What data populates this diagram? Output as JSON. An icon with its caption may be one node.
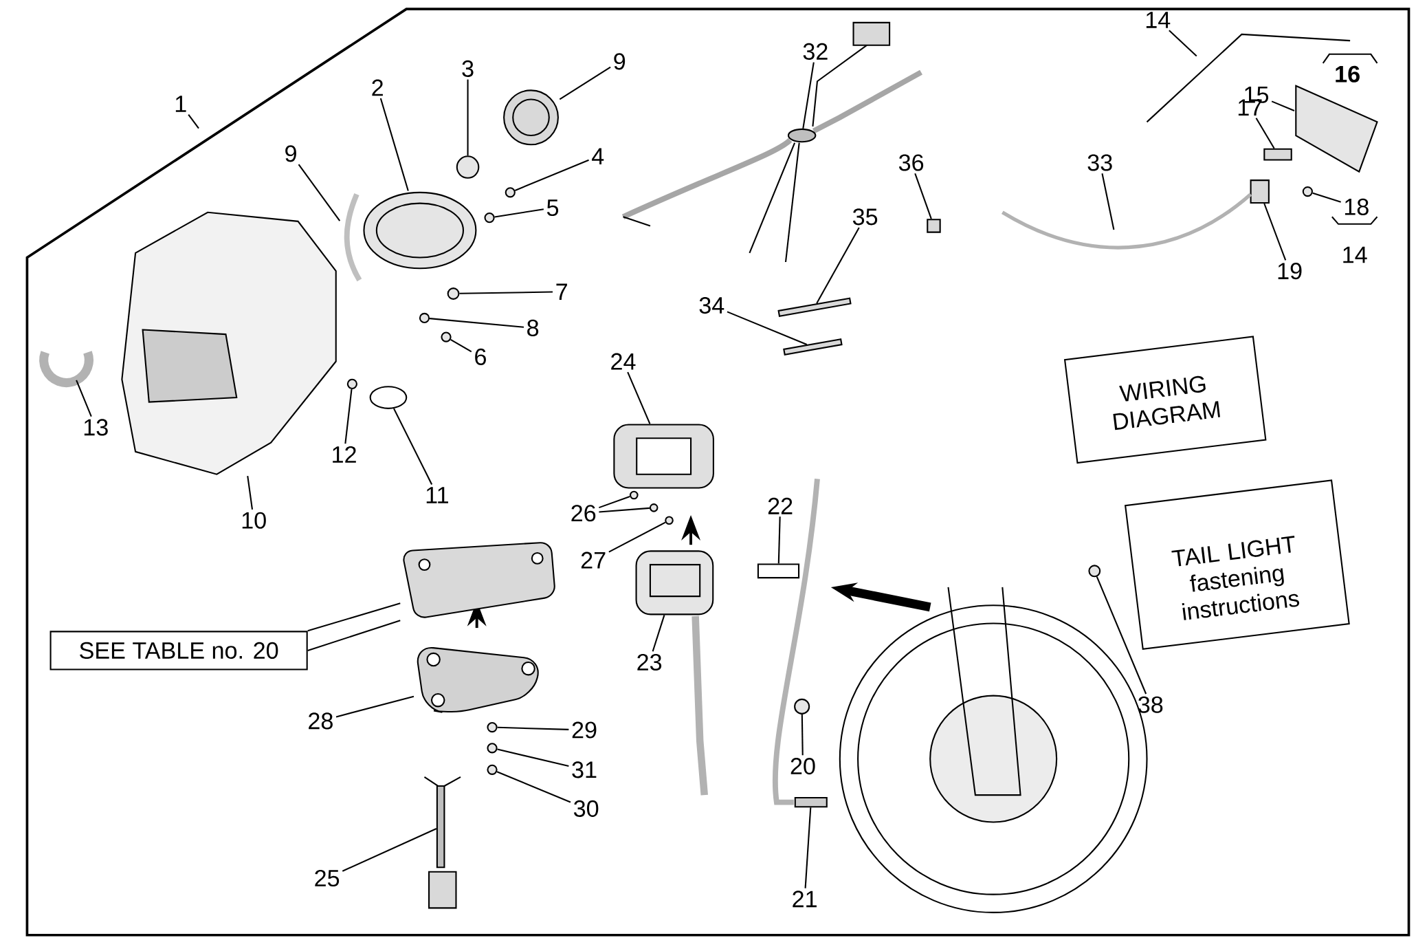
{
  "diagram": {
    "nodes": [
      {
        "text": [
          "1"
        ]
      },
      {
        "text": [
          "2"
        ]
      },
      {
        "text": [
          "3"
        ]
      },
      {
        "text": [
          "9"
        ]
      },
      {
        "text": [
          "32"
        ]
      },
      {
        "text": [
          "14"
        ]
      },
      {
        "text": [
          "15"
        ]
      },
      {
        "text": [
          "17"
        ]
      },
      {
        "text": [
          "9"
        ]
      },
      {
        "text": [
          "4"
        ]
      },
      {
        "text": [
          "36"
        ]
      },
      {
        "text": [
          "33"
        ]
      },
      {
        "text": [
          "5"
        ]
      },
      {
        "text": [
          "35"
        ]
      },
      {
        "text": [
          "18"
        ]
      },
      {
        "text": [
          "19"
        ]
      },
      {
        "text": [
          "7"
        ]
      },
      {
        "text": [
          "34"
        ]
      },
      {
        "text": [
          "8"
        ]
      },
      {
        "text": [
          "6"
        ]
      },
      {
        "text": [
          "24"
        ]
      },
      {
        "text": [
          "13"
        ]
      },
      {
        "text": [
          "12"
        ]
      },
      {
        "text": [
          "11"
        ]
      },
      {
        "text": [
          "22"
        ]
      },
      {
        "text": [
          "26"
        ]
      },
      {
        "text": [
          "10"
        ]
      },
      {
        "text": [
          "27"
        ]
      },
      {
        "text": [
          "SEE TABLE no. 20"
        ]
      },
      {
        "text": [
          "23"
        ]
      },
      {
        "text": [
          "38"
        ]
      },
      {
        "text": [
          "28"
        ]
      },
      {
        "text": [
          "29"
        ]
      },
      {
        "text": [
          "20"
        ]
      },
      {
        "text": [
          "31"
        ]
      },
      {
        "text": [
          "30"
        ]
      },
      {
        "text": [
          "25"
        ]
      },
      {
        "text": [
          "21"
        ]
      },
      {
        "text": [],
        "shape": "picture"
      },
      {
        "text": [],
        "shape": "circle"
      },
      {
        "text": [],
        "shape": "picture"
      },
      {
        "text": [],
        "shape": "ellipse"
      },
      {
        "text": [],
        "shape": "box"
      },
      {
        "text": [],
        "shape": "picture"
      },
      {
        "text": [],
        "shape": "circle"
      },
      {
        "text": [],
        "shape": "picture"
      },
      {
        "text": [],
        "shape": "circle"
      },
      {
        "text": [],
        "shape": "box"
      },
      {
        "text": [],
        "shape": "circle"
      },
      {
        "text": [],
        "shape": "box"
      },
      {
        "text": [],
        "shape": "picture"
      },
      {
        "text": [],
        "shape": "circle"
      },
      {
        "text": [],
        "shape": "box"
      },
      {
        "text": [],
        "shape": "circle"
      },
      {
        "text": [],
        "shape": "circle"
      },
      {
        "text": [],
        "shape": "box"
      },
      {
        "text": [],
        "shape": "picture"
      },
      {
        "text": [],
        "shape": "circle"
      },
      {
        "text": [],
        "shape": "ellipse"
      },
      {
        "text": [],
        "shape": "picture"
      },
      {
        "text": [],
        "shape": "picture"
      },
      {
        "text": [],
        "shape": "circle"
      },
      {
        "text": [],
        "shape": "circle"
      },
      {
        "text": [],
        "shape": "circle"
      },
      {
        "text": [],
        "shape": "box"
      },
      {
        "text": [],
        "shape": "picture"
      },
      {
        "text": [],
        "shape": "picture"
      },
      {
        "text": [],
        "shape": "circle"
      },
      {
        "text": [],
        "shape": "picture"
      },
      {
        "text": [],
        "shape": "circle"
      },
      {
        "text": [],
        "shape": "circle"
      },
      {
        "text": [],
        "shape": "circle"
      },
      {
        "text": [],
        "shape": "circle"
      },
      {
        "text": [],
        "shape": "picture"
      },
      {
        "text": [],
        "shape": "box"
      }
    ],
    "edges": [
      {
        "from": 0,
        "to": null,
        "arrow": "none"
      },
      {
        "from": 1,
        "to": 43,
        "arrow": "none"
      },
      {
        "from": 2,
        "to": 39,
        "arrow": "none"
      },
      {
        "from": 3,
        "to": 38,
        "arrow": "none"
      },
      {
        "from": 4,
        "to": 41,
        "arrow": "none"
      },
      {
        "from": 5,
        "to": null,
        "arrow": "none"
      },
      {
        "from": 6,
        "to": 40,
        "arrow": "none"
      },
      {
        "from": 7,
        "to": 42,
        "arrow": "none"
      },
      {
        "from": 8,
        "to": 45,
        "arrow": "none"
      },
      {
        "from": 9,
        "to": 44,
        "arrow": "none"
      },
      {
        "from": 10,
        "to": 49,
        "arrow": "none"
      },
      {
        "from": 11,
        "to": 50,
        "arrow": "none"
      },
      {
        "from": 12,
        "to": 48,
        "arrow": "none"
      },
      {
        "from": 13,
        "to": 52,
        "arrow": "none"
      },
      {
        "from": 14,
        "to": 46,
        "arrow": "none"
      },
      {
        "from": 15,
        "to": 47,
        "arrow": "none"
      },
      {
        "from": 16,
        "to": 51,
        "arrow": "none"
      },
      {
        "from": 17,
        "to": 55,
        "arrow": "none"
      },
      {
        "from": 18,
        "to": 53,
        "arrow": "none"
      },
      {
        "from": 19,
        "to": 54,
        "arrow": "none"
      },
      {
        "from": 20,
        "to": 60,
        "arrow": "none"
      },
      {
        "from": 21,
        "to": 56,
        "arrow": "none"
      },
      {
        "from": 22,
        "to": 57,
        "arrow": "none"
      },
      {
        "from": 23,
        "to": 58,
        "arrow": "none"
      },
      {
        "from": 24,
        "to": 64,
        "arrow": "none"
      },
      {
        "from": 25,
        "to": 61,
        "arrow": "none"
      },
      {
        "from": 25,
        "to": 62,
        "arrow": "none"
      },
      {
        "from": 26,
        "to": 59,
        "arrow": "none"
      },
      {
        "from": 27,
        "to": 63,
        "arrow": "none"
      },
      {
        "from": 28,
        "to": 65,
        "arrow": "none"
      },
      {
        "from": 28,
        "to": 65,
        "arrow": "none"
      },
      {
        "from": 29,
        "to": 66,
        "arrow": "none"
      },
      {
        "from": 30,
        "to": 67,
        "arrow": "none"
      },
      {
        "from": 31,
        "to": 68,
        "arrow": "none"
      },
      {
        "from": 32,
        "to": 70,
        "arrow": "none"
      },
      {
        "from": 33,
        "to": 69,
        "arrow": "none"
      },
      {
        "from": 34,
        "to": 71,
        "arrow": "none"
      },
      {
        "from": 35,
        "to": 72,
        "arrow": "none"
      },
      {
        "from": 36,
        "to": 73,
        "arrow": "none"
      },
      {
        "from": 37,
        "to": 74,
        "arrow": "none"
      }
    ],
    "labels": [
      "16",
      "14",
      "WIRING DIAGRAM",
      "TAIL LIGHT fastening instructions"
    ]
  }
}
